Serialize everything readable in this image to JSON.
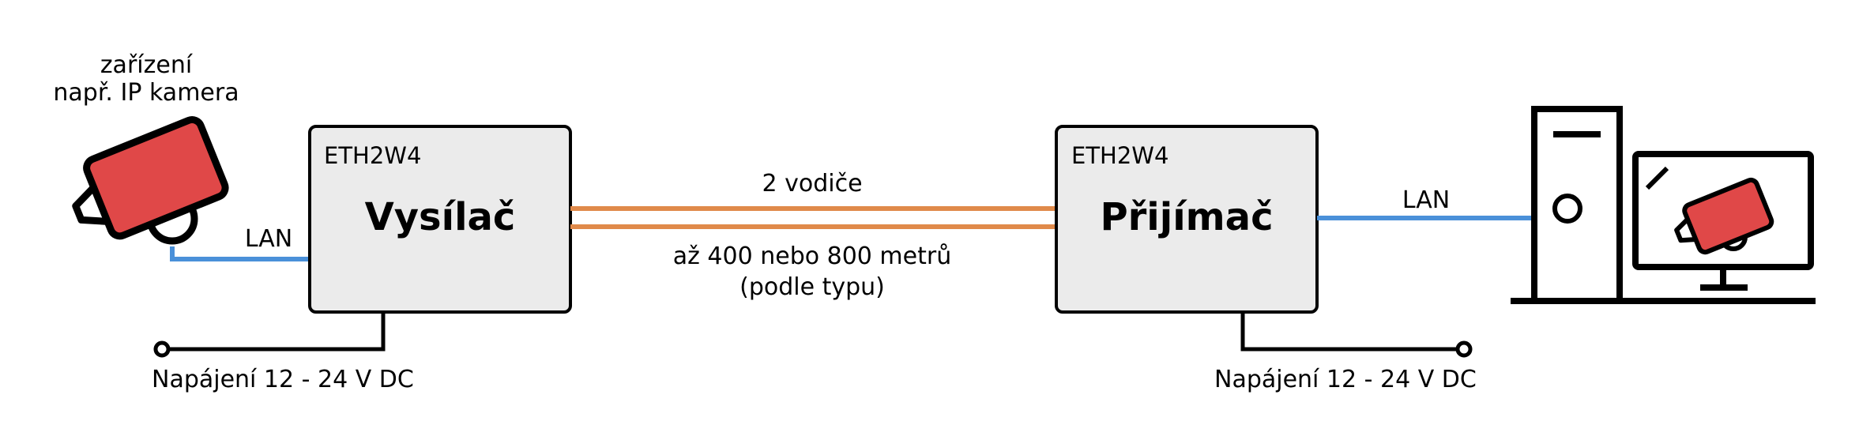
{
  "device": {
    "line1": "zařízení",
    "line2": "např. IP kamera"
  },
  "transmitter": {
    "model": "ETH2W4",
    "name": "Vysílač",
    "lan_label": "LAN",
    "power_label": "Napájení 12 - 24 V DC"
  },
  "link": {
    "wires_label": "2 vodiče",
    "distance_line1": "až 400 nebo 800 metrů",
    "distance_line2": "(podle typu)"
  },
  "receiver": {
    "model": "ETH2W4",
    "name": "Přijímač",
    "lan_label": "LAN",
    "power_label": "Napájení 12 - 24 V DC"
  },
  "colors": {
    "lan": "#4a90d9",
    "wire": "#e08a4a",
    "box_fill": "#ebebeb",
    "camera": "#e04848"
  },
  "icons": {
    "camera": "ip-camera-icon",
    "computer": "desktop-computer-icon",
    "monitor_camera": "monitor-camera-icon"
  }
}
